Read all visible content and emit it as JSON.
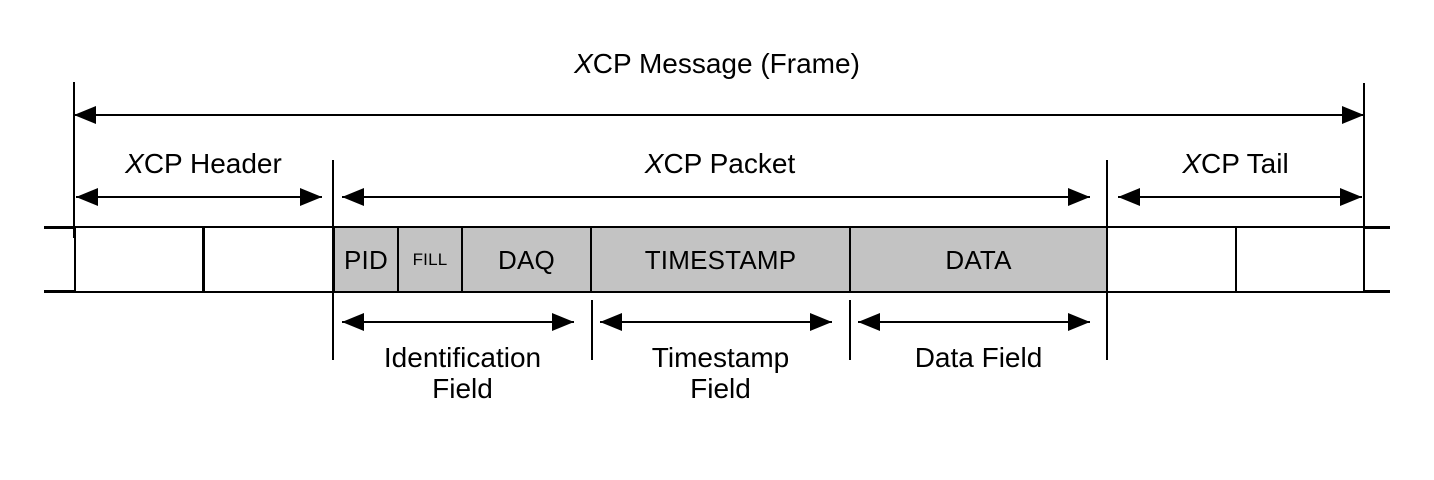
{
  "diagram": {
    "title_italic_prefix": "X",
    "title_rest": "CP Message (Frame)",
    "colors": {
      "fill_gray": "#c3c3c3",
      "line": "#000000",
      "background": "#ffffff"
    }
  },
  "top_labels": {
    "frame": {
      "prefix": "X",
      "rest": "CP Message (Frame)"
    }
  },
  "section_labels": [
    {
      "name": "xcp-header",
      "prefix": "X",
      "rest": "CP Header"
    },
    {
      "name": "xcp-packet",
      "prefix": "X",
      "rest": "CP Packet"
    },
    {
      "name": "xcp-tail",
      "prefix": "X",
      "rest": "CP Tail"
    }
  ],
  "bar_cells": [
    {
      "name": "header-cell-1",
      "label": "",
      "fill": "white",
      "small": false
    },
    {
      "name": "header-cell-2",
      "label": "",
      "fill": "white",
      "small": false
    },
    {
      "name": "pid-cell",
      "label": "PID",
      "fill": "gray",
      "small": false
    },
    {
      "name": "fill-cell",
      "label": "FILL",
      "fill": "gray",
      "small": true
    },
    {
      "name": "daq-cell",
      "label": "DAQ",
      "fill": "gray",
      "small": false
    },
    {
      "name": "timestamp-cell",
      "label": "TIMESTAMP",
      "fill": "gray",
      "small": false
    },
    {
      "name": "data-cell",
      "label": "DATA",
      "fill": "gray",
      "small": false
    },
    {
      "name": "tail-cell-1",
      "label": "",
      "fill": "white",
      "small": false
    },
    {
      "name": "tail-cell-2",
      "label": "",
      "fill": "white",
      "small": false
    }
  ],
  "bottom_labels": [
    {
      "name": "identification-field",
      "line1": "Identification",
      "line2": "Field"
    },
    {
      "name": "timestamp-field",
      "line1": "Timestamp",
      "line2": "Field"
    },
    {
      "name": "data-field",
      "line1": "Data Field",
      "line2": ""
    }
  ]
}
